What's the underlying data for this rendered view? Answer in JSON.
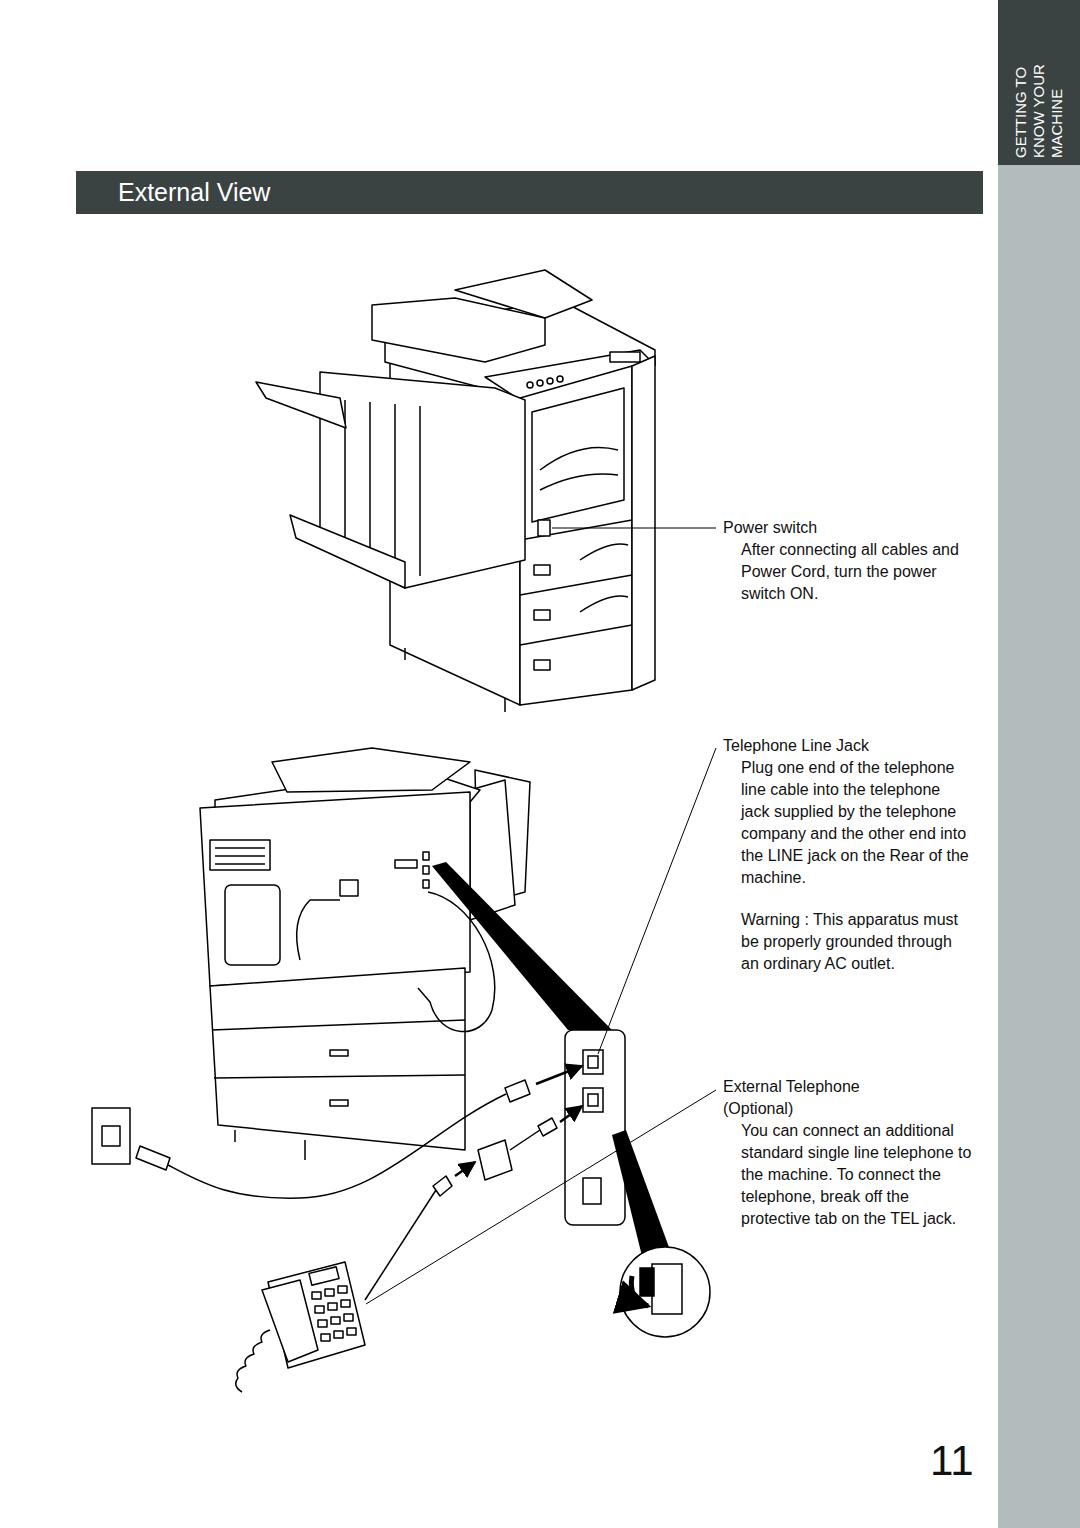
{
  "diagram": {
    "title": "External View",
    "labels": [
      "GETTING TO KNOW YOUR MACHINE",
      "Power switch",
      "After connecting all cables and Power Cord, turn the power switch ON.",
      "Telephone Line Jack",
      "Plug one end of the telephone line cable into the telephone jack supplied by the telephone company and the other end into the LINE jack on the Rear of the machine.",
      "Warning : This apparatus must be properly grounded through an ordinary AC outlet.",
      "External Telephone (Optional)",
      "You can connect an additional standard single line telephone to the machine. To connect the telephone, break off the protective tab on the TEL jack.",
      "11"
    ]
  }
}
